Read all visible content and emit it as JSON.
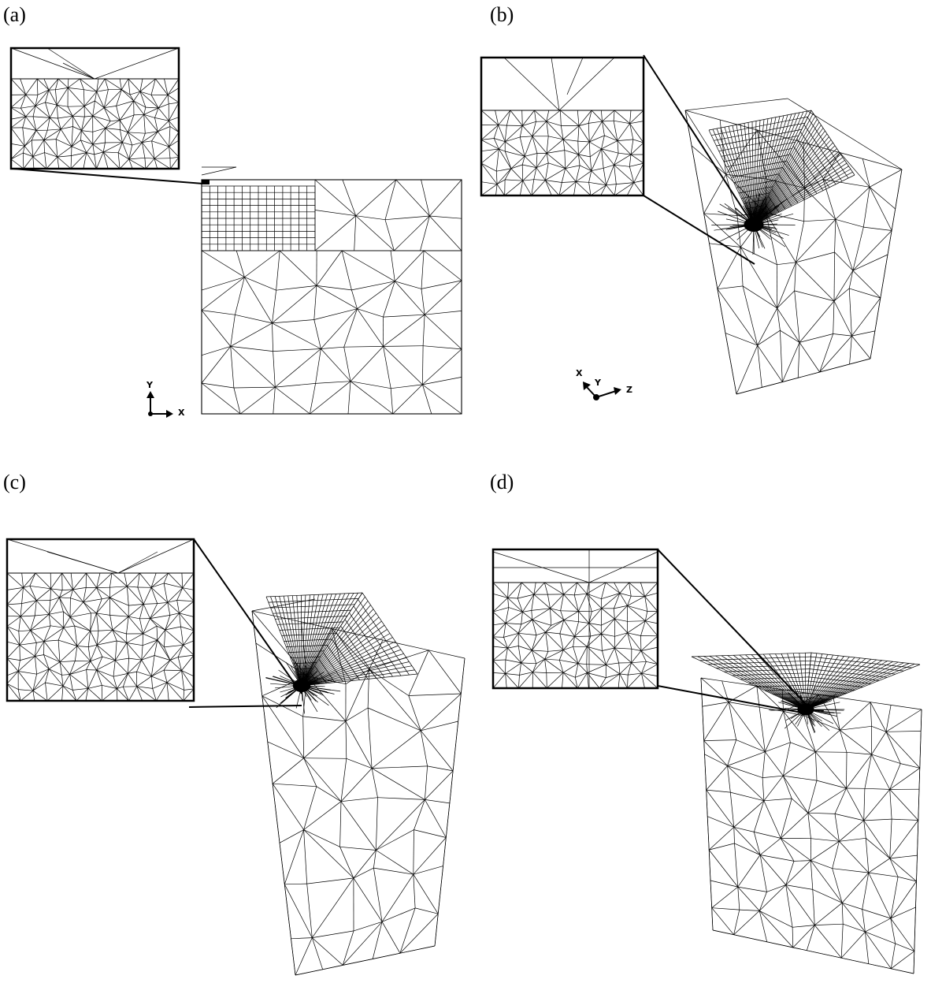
{
  "panels": [
    {
      "label": "(a)"
    },
    {
      "label": "(b)"
    },
    {
      "label": "(c)"
    },
    {
      "label": "(d)"
    }
  ],
  "triads": {
    "a": {
      "y": "Y",
      "x": "X"
    },
    "b": {
      "x": "X",
      "y": "Y",
      "z": "Z"
    }
  }
}
